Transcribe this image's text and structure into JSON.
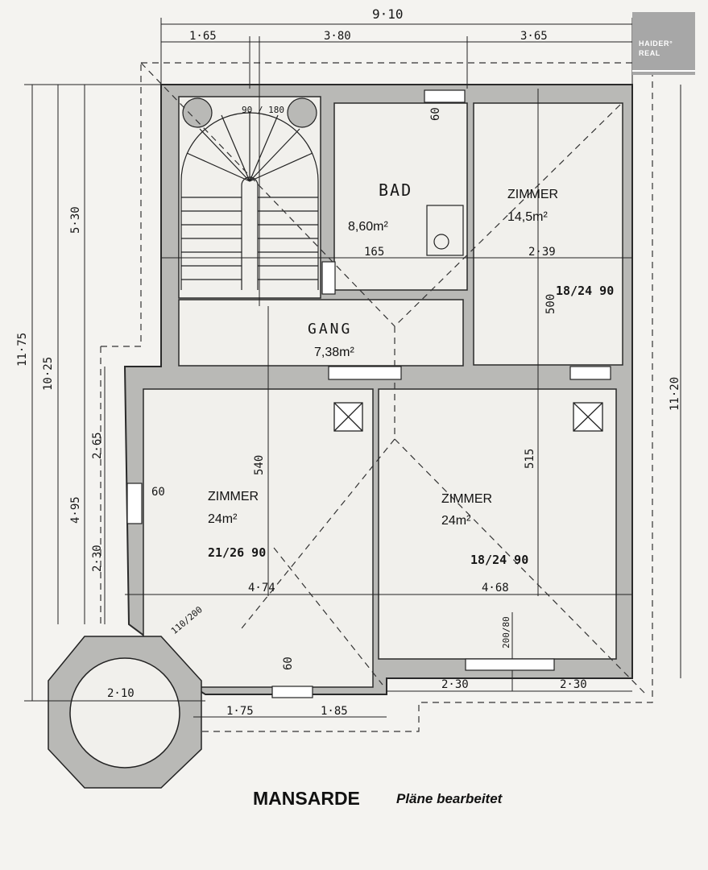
{
  "logo": {
    "line1": "HAIDER°",
    "line2": "REAL"
  },
  "title": "MANSARDE",
  "subtitle": "Pläne bearbeitet",
  "rooms": {
    "zimmer_ne": {
      "name": "ZIMMER",
      "area": "14,5m²"
    },
    "bad": {
      "name": "BAD",
      "area": "8,60m²"
    },
    "gang": {
      "name": "GANG",
      "area": "7,38m²"
    },
    "zimmer_sw": {
      "name": "ZIMMER",
      "area": "24m²"
    },
    "zimmer_se": {
      "name": "ZIMMER",
      "area": "24m²"
    }
  },
  "dimensions": {
    "top_total": "9·10",
    "top_left": "1·65",
    "top_mid": "3·80",
    "top_right": "3·65",
    "left_total": "11·75",
    "left_a": "10·25",
    "left_b": "5·30",
    "left_c": "4·95",
    "left_d": "2·65",
    "left_e": "2·30",
    "right_total": "11·20",
    "bottom_a": "2·10",
    "bottom_b": "1·75",
    "bottom_c": "1·85",
    "bottom_d": "2·30",
    "bottom_e": "2·30",
    "stair_w": "90 / 180",
    "mid_540": "540",
    "mid_515": "515",
    "mid_500": "500",
    "mid_239": "2·39",
    "mid_165": "165",
    "mid_468": "4·68",
    "mid_474": "4·74",
    "window_a": "18/24 90",
    "window_b": "21/26 90",
    "window_c": "18/24 90",
    "win_60a": "60",
    "win_60b": "60",
    "win_60c": "60",
    "door_110": "110/200",
    "door_200": "200/80"
  }
}
